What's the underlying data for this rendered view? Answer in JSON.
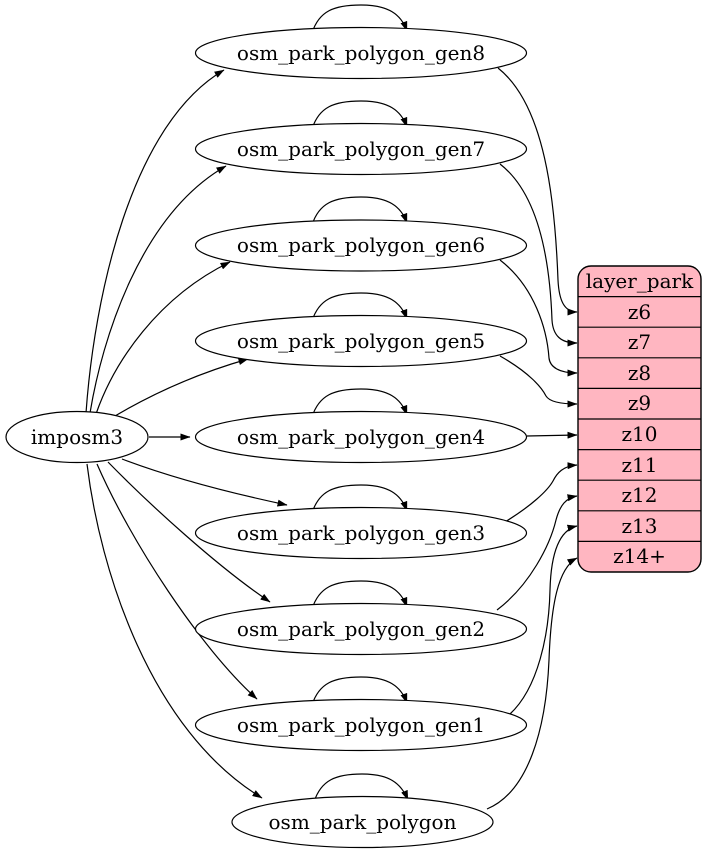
{
  "diagram": {
    "background": "#ffffff",
    "source": {
      "label": "imposm3"
    },
    "generalized_tables": [
      {
        "label": "osm_park_polygon_gen8",
        "zoom_target": "z6"
      },
      {
        "label": "osm_park_polygon_gen7",
        "zoom_target": "z7"
      },
      {
        "label": "osm_park_polygon_gen6",
        "zoom_target": "z8"
      },
      {
        "label": "osm_park_polygon_gen5",
        "zoom_target": "z9"
      },
      {
        "label": "osm_park_polygon_gen4",
        "zoom_target": "z10"
      },
      {
        "label": "osm_park_polygon_gen3",
        "zoom_target": "z11"
      },
      {
        "label": "osm_park_polygon_gen2",
        "zoom_target": "z12"
      },
      {
        "label": "osm_park_polygon_gen1",
        "zoom_target": "z13"
      },
      {
        "label": "osm_park_polygon",
        "zoom_target": "z14+"
      }
    ],
    "layer": {
      "title": "layer_park",
      "rows": [
        "z6",
        "z7",
        "z8",
        "z9",
        "z10",
        "z11",
        "z12",
        "z13",
        "z14+"
      ],
      "fill": "#ffb6c1",
      "stroke": "#000000"
    },
    "edges": {
      "from_source": "imposm3 feeds every osm_park_polygon table",
      "self_loops": "each table has a self-referencing update loop",
      "to_layer": "each table feeds one zoom row of layer_park"
    }
  }
}
